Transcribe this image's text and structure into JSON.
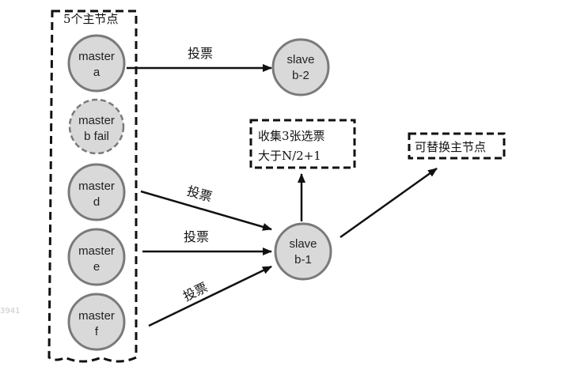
{
  "group": {
    "title": "5个主节点"
  },
  "masters": [
    {
      "line1": "master",
      "line2": "a",
      "failed": false
    },
    {
      "line1": "master",
      "line2": "b fail",
      "failed": true
    },
    {
      "line1": "master",
      "line2": "d",
      "failed": false
    },
    {
      "line1": "master",
      "line2": "e",
      "failed": false
    },
    {
      "line1": "master",
      "line2": "f",
      "failed": false
    }
  ],
  "slaves": {
    "b2": {
      "line1": "slave",
      "line2": "b-2"
    },
    "b1": {
      "line1": "slave",
      "line2": "b-1"
    }
  },
  "edges": {
    "vote_a": "投票",
    "vote_d": "投票",
    "vote_e": "投票",
    "vote_f": "投票"
  },
  "boxes": {
    "collect": {
      "line1": "收集3张选票",
      "line2": "大于N/2+1"
    },
    "replace": {
      "text": "可替换主节点"
    }
  },
  "watermark": "3941",
  "colors": {
    "node_fill": "#d9d9d9",
    "node_stroke": "#7a7a7a",
    "line": "#111111"
  }
}
